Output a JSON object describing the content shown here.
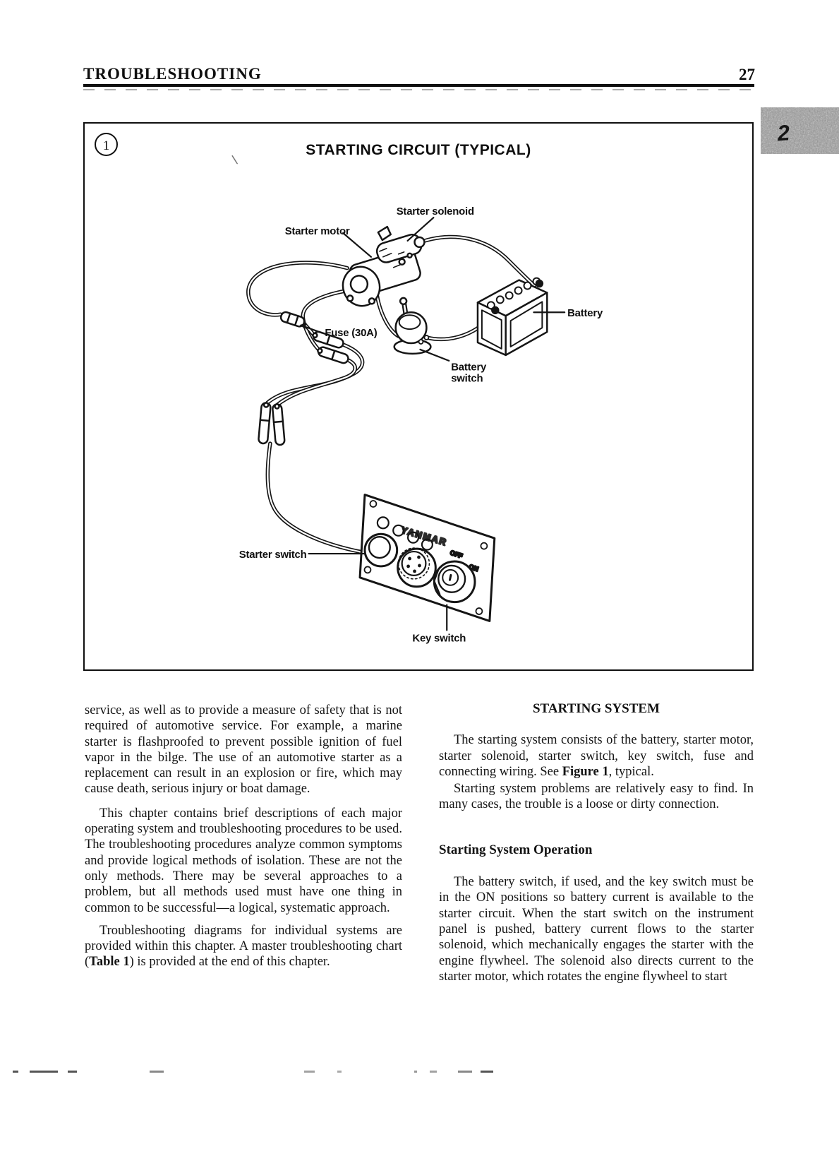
{
  "page": {
    "header": "TROUBLESHOOTING",
    "number": "27",
    "tab_number": "2"
  },
  "figure": {
    "number": "1",
    "title": "STARTING CIRCUIT (TYPICAL)",
    "labels": {
      "starter_solenoid": "Starter solenoid",
      "starter_motor": "Starter motor",
      "fuse": "Fuse (30A)",
      "battery": "Battery",
      "battery_switch_line1": "Battery",
      "battery_switch_line2": "switch",
      "starter_switch": "Starter switch",
      "key_switch": "Key switch"
    },
    "panel": {
      "brand": "YANMAR",
      "key_off": "OFF",
      "key_on": "ON"
    }
  },
  "body": {
    "left": {
      "p1": "service, as well as to provide a measure of safety that is not required of automotive service. For example, a marine starter is flashproofed to prevent possible ignition of fuel vapor in the bilge. The use of an automotive starter as a replacement can result in an explosion or fire, which may cause death, serious injury or boat damage.",
      "p2": "This chapter contains brief descriptions of each major operating system and troubleshooting procedures to be used. The troubleshooting procedures analyze common symptoms and provide logical methods of isolation. These are not the only methods. There may be several approaches to a problem, but all methods used must have one thing in common to be successful—a logical, systematic approach.",
      "p3_pre": "Troubleshooting diagrams for individual systems are provided within this chapter. A master troubleshooting chart (",
      "p3_bold": "Table 1",
      "p3_post": ") is provided at the end of this chapter."
    },
    "right": {
      "heading": "STARTING SYSTEM",
      "p1_pre": "The starting system consists of the battery, starter motor, starter solenoid, starter switch, key switch, fuse and connecting wiring. See ",
      "p1_bold": "Figure 1",
      "p1_post": ", typical.",
      "p2": "Starting system problems are relatively easy to find. In many cases, the trouble is a loose or dirty connection.",
      "subheading": "Starting System Operation",
      "p3": "The battery switch, if used, and the key switch must be in the ON positions so battery current is available to the starter circuit. When the start switch on the instrument panel is pushed, battery current flows to the starter solenoid, which mechanically engages the starter with the engine flywheel. The solenoid also directs current to the starter motor, which rotates the engine flywheel to start"
    }
  }
}
